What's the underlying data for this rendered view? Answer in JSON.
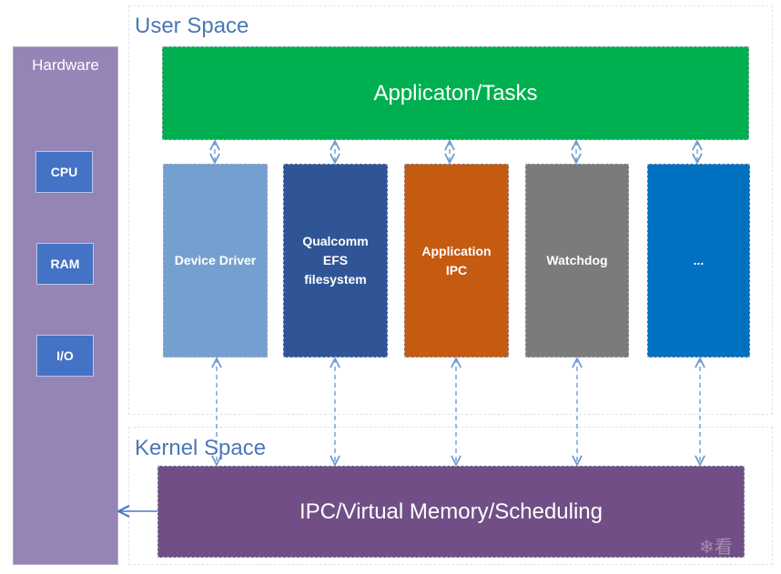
{
  "user_space": {
    "label": "User Space",
    "application": {
      "label": "Applicaton/Tasks",
      "color": "#00B050"
    },
    "modules": [
      {
        "lines": [
          "Device Driver"
        ],
        "color": "#73A0CF"
      },
      {
        "lines": [
          "Qualcomm",
          "EFS",
          "filesystem"
        ],
        "color": "#2F5597"
      },
      {
        "lines": [
          "Application",
          "IPC"
        ],
        "color": "#C55A11"
      },
      {
        "lines": [
          "Watchdog"
        ],
        "color": "#7B7B7B"
      },
      {
        "lines": [
          "..."
        ],
        "color": "#0070C0"
      }
    ]
  },
  "kernel_space": {
    "label": "Kernel Space",
    "core": {
      "label": "IPC/Virtual Memory/Scheduling",
      "color": "#714F86"
    }
  },
  "hardware": {
    "label": "Hardware",
    "color": "#9585B6",
    "items": [
      "CPU",
      "RAM",
      "I/O"
    ],
    "item_color": "#4472C4"
  },
  "connectors": {
    "app_to_modules": "bidirectional-dashed",
    "modules_to_kernel": "bidirectional-dashed",
    "kernel_to_hardware": "solid-arrow",
    "color": "#6F9BD1"
  },
  "watermark": {
    "glyph": "❄",
    "text": "看"
  }
}
